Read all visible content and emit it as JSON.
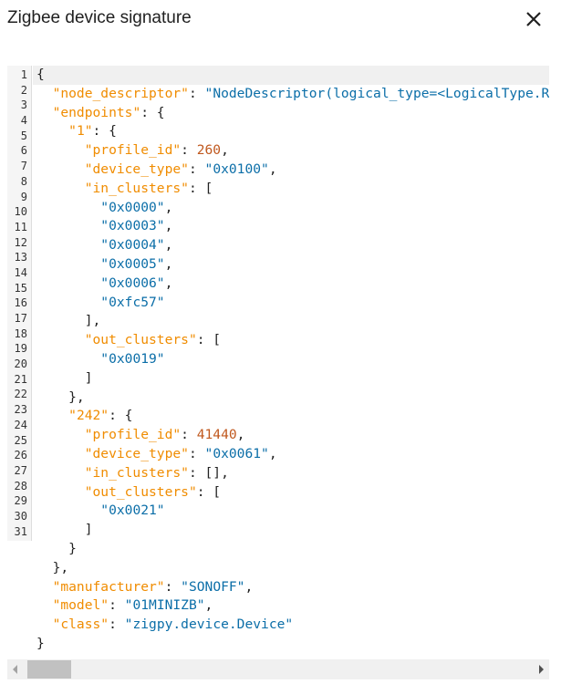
{
  "dialog": {
    "title": "Zigbee device signature",
    "close_icon": "close-icon"
  },
  "gutter_numbers": [
    "1",
    "2",
    "3",
    "4",
    "5",
    "6",
    "7",
    "8",
    "9",
    "10",
    "11",
    "12",
    "13",
    "14",
    "15",
    "16",
    "17",
    "18",
    "19",
    "20",
    "21",
    "22",
    "23",
    "24",
    "25",
    "26",
    "27",
    "28",
    "29",
    "30",
    "31"
  ],
  "code_lines": [
    [
      [
        "p",
        "{"
      ]
    ],
    [
      [
        "p",
        "  "
      ],
      [
        "k",
        "\"node_descriptor\""
      ],
      [
        "p",
        ": "
      ],
      [
        "s",
        "\"NodeDescriptor(logical_type=<LogicalType.Ro"
      ]
    ],
    [
      [
        "p",
        "  "
      ],
      [
        "k",
        "\"endpoints\""
      ],
      [
        "p",
        ": {"
      ]
    ],
    [
      [
        "p",
        "    "
      ],
      [
        "k",
        "\"1\""
      ],
      [
        "p",
        ": {"
      ]
    ],
    [
      [
        "p",
        "      "
      ],
      [
        "k",
        "\"profile_id\""
      ],
      [
        "p",
        ": "
      ],
      [
        "n",
        "260"
      ],
      [
        "p",
        ","
      ]
    ],
    [
      [
        "p",
        "      "
      ],
      [
        "k",
        "\"device_type\""
      ],
      [
        "p",
        ": "
      ],
      [
        "s",
        "\"0x0100\""
      ],
      [
        "p",
        ","
      ]
    ],
    [
      [
        "p",
        "      "
      ],
      [
        "k",
        "\"in_clusters\""
      ],
      [
        "p",
        ": ["
      ]
    ],
    [
      [
        "p",
        "        "
      ],
      [
        "s",
        "\"0x0000\""
      ],
      [
        "p",
        ","
      ]
    ],
    [
      [
        "p",
        "        "
      ],
      [
        "s",
        "\"0x0003\""
      ],
      [
        "p",
        ","
      ]
    ],
    [
      [
        "p",
        "        "
      ],
      [
        "s",
        "\"0x0004\""
      ],
      [
        "p",
        ","
      ]
    ],
    [
      [
        "p",
        "        "
      ],
      [
        "s",
        "\"0x0005\""
      ],
      [
        "p",
        ","
      ]
    ],
    [
      [
        "p",
        "        "
      ],
      [
        "s",
        "\"0x0006\""
      ],
      [
        "p",
        ","
      ]
    ],
    [
      [
        "p",
        "        "
      ],
      [
        "s",
        "\"0xfc57\""
      ]
    ],
    [
      [
        "p",
        "      ],"
      ]
    ],
    [
      [
        "p",
        "      "
      ],
      [
        "k",
        "\"out_clusters\""
      ],
      [
        "p",
        ": ["
      ]
    ],
    [
      [
        "p",
        "        "
      ],
      [
        "s",
        "\"0x0019\""
      ]
    ],
    [
      [
        "p",
        "      ]"
      ]
    ],
    [
      [
        "p",
        "    },"
      ]
    ],
    [
      [
        "p",
        "    "
      ],
      [
        "k",
        "\"242\""
      ],
      [
        "p",
        ": {"
      ]
    ],
    [
      [
        "p",
        "      "
      ],
      [
        "k",
        "\"profile_id\""
      ],
      [
        "p",
        ": "
      ],
      [
        "n",
        "41440"
      ],
      [
        "p",
        ","
      ]
    ],
    [
      [
        "p",
        "      "
      ],
      [
        "k",
        "\"device_type\""
      ],
      [
        "p",
        ": "
      ],
      [
        "s",
        "\"0x0061\""
      ],
      [
        "p",
        ","
      ]
    ],
    [
      [
        "p",
        "      "
      ],
      [
        "k",
        "\"in_clusters\""
      ],
      [
        "p",
        ": [],"
      ]
    ],
    [
      [
        "p",
        "      "
      ],
      [
        "k",
        "\"out_clusters\""
      ],
      [
        "p",
        ": ["
      ]
    ],
    [
      [
        "p",
        "        "
      ],
      [
        "s",
        "\"0x0021\""
      ]
    ],
    [
      [
        "p",
        "      ]"
      ]
    ],
    [
      [
        "p",
        "    }"
      ]
    ],
    [
      [
        "p",
        "  },"
      ]
    ],
    [
      [
        "p",
        "  "
      ],
      [
        "k",
        "\"manufacturer\""
      ],
      [
        "p",
        ": "
      ],
      [
        "s",
        "\"SONOFF\""
      ],
      [
        "p",
        ","
      ]
    ],
    [
      [
        "p",
        "  "
      ],
      [
        "k",
        "\"model\""
      ],
      [
        "p",
        ": "
      ],
      [
        "s",
        "\"01MINIZB\""
      ],
      [
        "p",
        ","
      ]
    ],
    [
      [
        "p",
        "  "
      ],
      [
        "k",
        "\"class\""
      ],
      [
        "p",
        ": "
      ],
      [
        "s",
        "\"zigpy.device.Device\""
      ]
    ],
    [
      [
        "p",
        "}"
      ]
    ]
  ],
  "colors": {
    "key": "#f08c00",
    "string": "#0b6ea8",
    "number": "#c0581e"
  }
}
